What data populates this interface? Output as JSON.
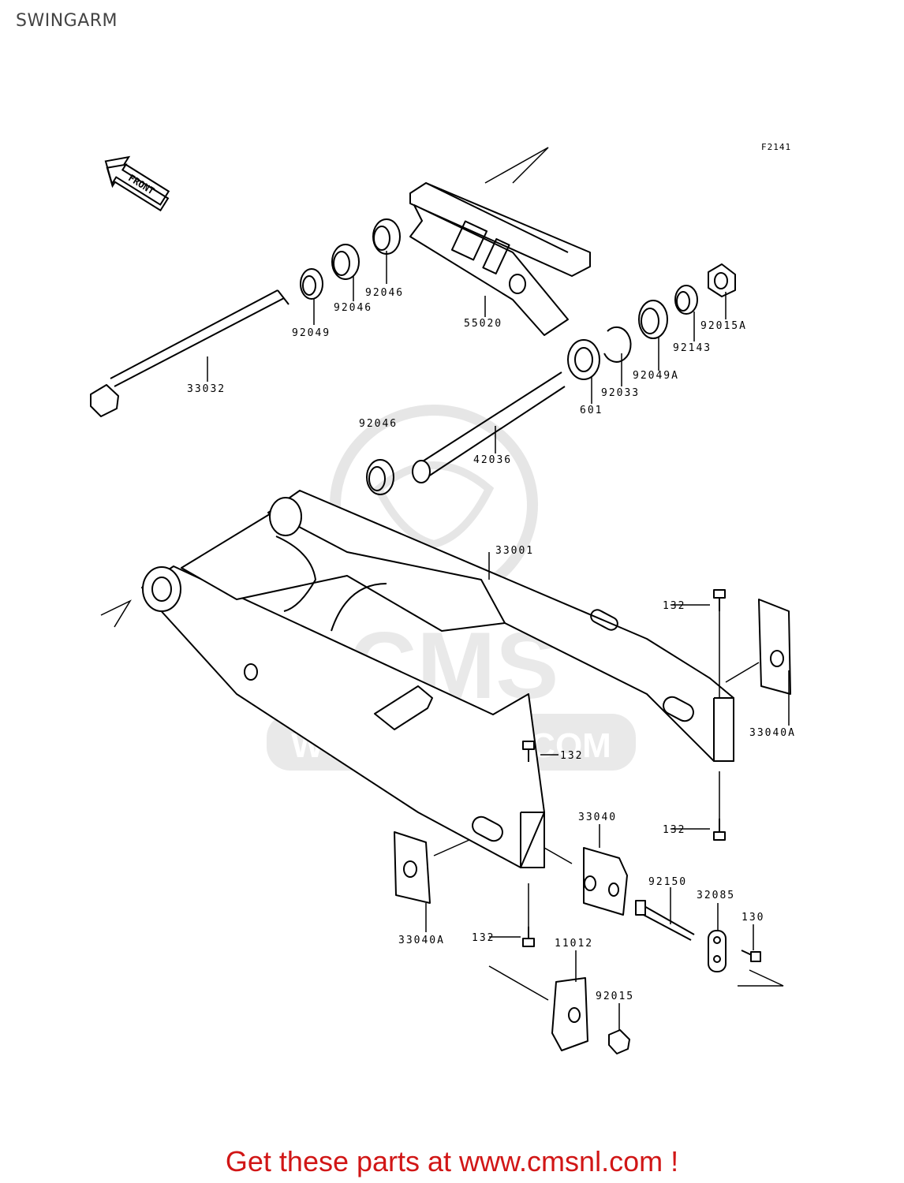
{
  "page": {
    "title": "SWINGARM",
    "figure_code": "F2141",
    "front_label": "FRONT",
    "footer": "Get these parts at www.cmsnl.com !"
  },
  "watermark": {
    "brand": "CMS",
    "url": "WWW.CMSNL.COM"
  },
  "parts": {
    "p33032": "33032",
    "p92049": "92049",
    "p92046_a": "92046",
    "p92046_b": "92046",
    "p55020": "55020",
    "p92046_c": "92046",
    "p42036": "42036",
    "p601": "601",
    "p92033": "92033",
    "p92049A": "92049A",
    "p92143": "92143",
    "p92015A": "92015A",
    "p33001": "33001",
    "p132_a": "132",
    "p132_b": "132",
    "p132_c": "132",
    "p132_d": "132",
    "p33040A_a": "33040A",
    "p33040A_b": "33040A",
    "p33040": "33040",
    "p92150": "92150",
    "p32085": "32085",
    "p130": "130",
    "p11012": "11012",
    "p92015": "92015"
  }
}
